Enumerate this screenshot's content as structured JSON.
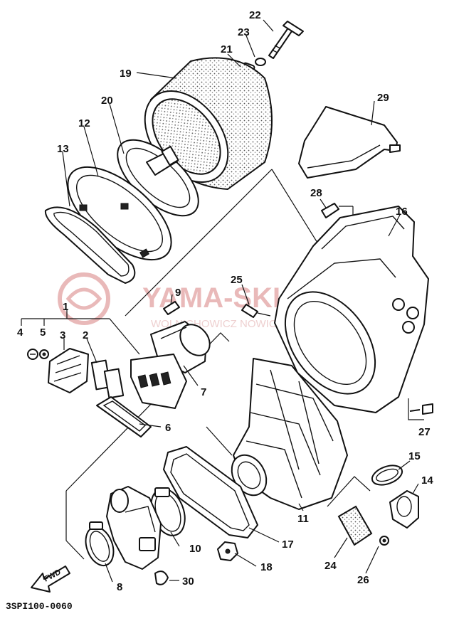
{
  "diagram": {
    "diagram_code": "3SPI100-0060",
    "fwd_label": "FWD",
    "watermark": {
      "title": "YAMA-SKLEP.PL",
      "subtitle": "WOLNICHOWICZ NOWICKI YAMAHA"
    },
    "callouts": [
      "1",
      "2",
      "3",
      "4",
      "5",
      "6",
      "7",
      "8",
      "9",
      "10",
      "11",
      "12",
      "13",
      "14",
      "15",
      "16",
      "17",
      "18",
      "19",
      "20",
      "21",
      "22",
      "23",
      "24",
      "25",
      "26",
      "27",
      "28",
      "29",
      "30"
    ]
  }
}
